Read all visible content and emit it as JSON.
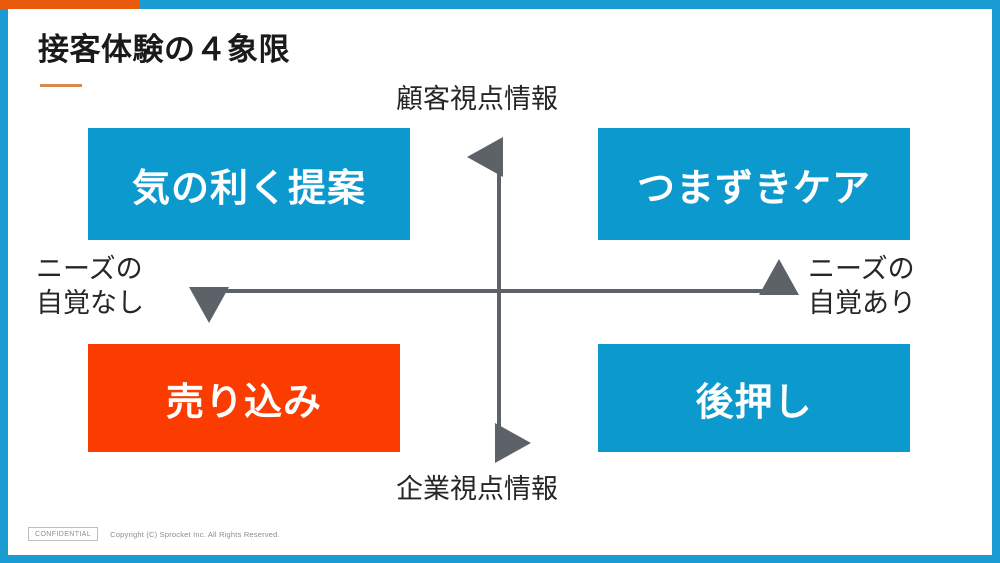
{
  "slide": {
    "title": "接客体験の４象限",
    "accent_orange": "#E95A0C",
    "accent_blue": "#1A9BD1",
    "box_blue": "#0C99CE",
    "box_orange": "#FA3C00",
    "axis_gray": "#5C6268",
    "title_rule_color": "#D88B4F"
  },
  "axes": {
    "top_label": "顧客視点情報",
    "bottom_label": "企業視点情報",
    "left_label_line1": "ニーズの",
    "left_label_line2": "自覚なし",
    "right_label_line1": "ニーズの",
    "right_label_line2": "自覚あり"
  },
  "quadrants": [
    {
      "id": "top-left",
      "label": "気の利く提案",
      "color": "#0C99CE"
    },
    {
      "id": "top-right",
      "label": "つまずきケア",
      "color": "#0C99CE"
    },
    {
      "id": "bottom-left",
      "label": "売り込み",
      "color": "#FA3C00"
    },
    {
      "id": "bottom-right",
      "label": "後押し",
      "color": "#0C99CE"
    }
  ],
  "footer": {
    "badge": "CONFIDENTIAL",
    "copyright": "Copyright (C) Sprocket Inc. All Rights Reserved."
  }
}
